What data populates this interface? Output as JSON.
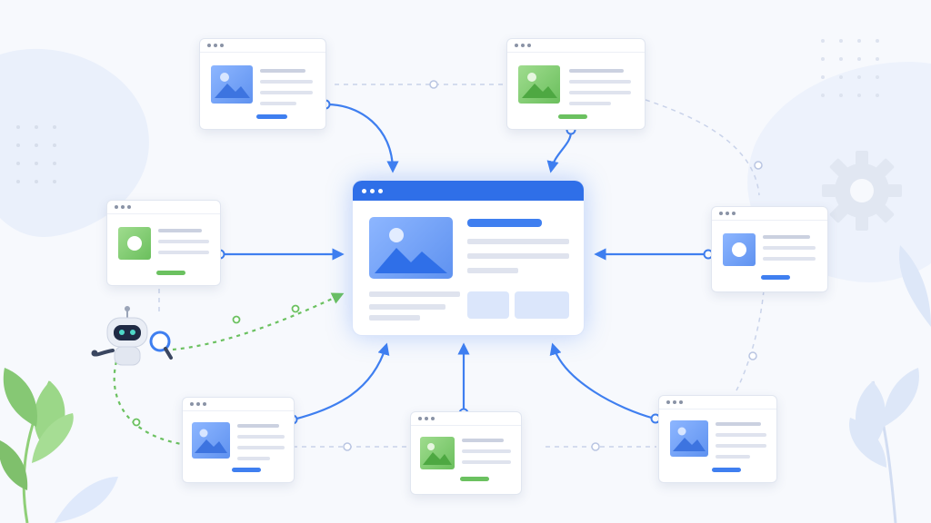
{
  "colors": {
    "accent": "#2f6fe8",
    "arrow": "#3f7ff0",
    "robot_path": "#6bc160",
    "thumb_blue": "#6d9df2",
    "thumb_green": "#7cc96c"
  },
  "diagram": {
    "center_node": {
      "kind": "main-browser-window",
      "image": "mountain-image-icon"
    },
    "source_windows": [
      {
        "id": "top-left",
        "thumb_color": "blue",
        "icon": "mountain-image-icon"
      },
      {
        "id": "top-right",
        "thumb_color": "green",
        "icon": "mountain-image-icon"
      },
      {
        "id": "middle-left",
        "thumb_color": "green",
        "icon": "circle-image-icon"
      },
      {
        "id": "middle-right",
        "thumb_color": "blue",
        "icon": "circle-image-icon"
      },
      {
        "id": "bottom-left",
        "thumb_color": "blue",
        "icon": "mountain-image-icon"
      },
      {
        "id": "bottom-center",
        "thumb_color": "green",
        "icon": "mountain-image-icon"
      },
      {
        "id": "bottom-right",
        "thumb_color": "blue",
        "icon": "mountain-image-icon"
      }
    ],
    "agent": {
      "icon": "robot-icon",
      "tool": "magnifier-icon"
    },
    "decorations": [
      "gear-icon",
      "leaf-icon",
      "dot-grid"
    ]
  }
}
